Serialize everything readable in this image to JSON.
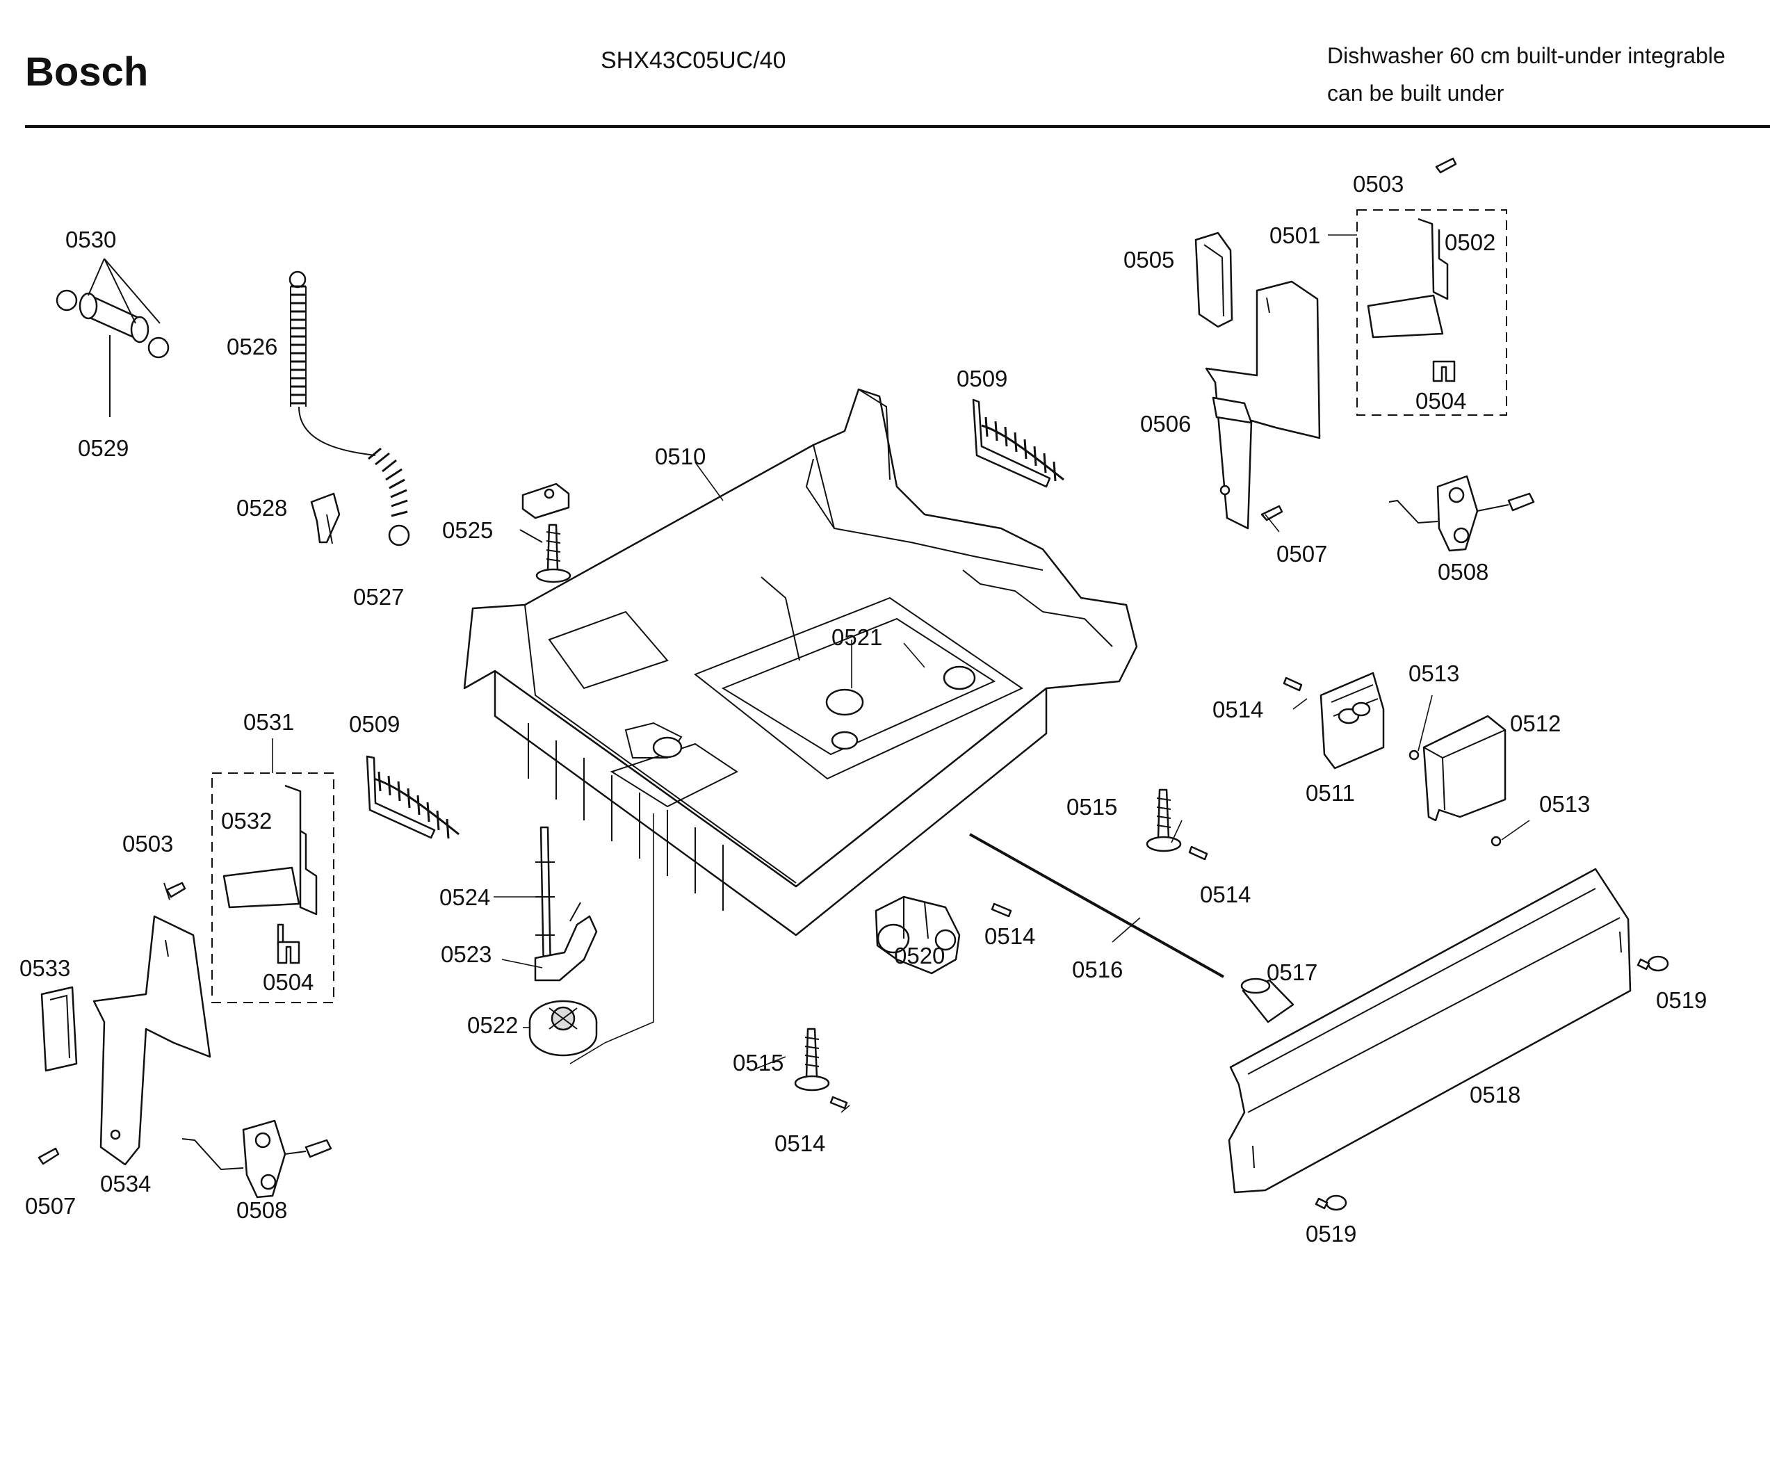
{
  "header": {
    "brand": "Bosch",
    "model": "SHX43C05UC/40",
    "description_line1": "Dishwasher 60 cm built-under integrable",
    "description_line2": "can be built under"
  },
  "callouts": [
    {
      "id": "c0501",
      "label": "0501"
    },
    {
      "id": "c0502",
      "label": "0502"
    },
    {
      "id": "c0503a",
      "label": "0503"
    },
    {
      "id": "c0503b",
      "label": "0503"
    },
    {
      "id": "c0504a",
      "label": "0504"
    },
    {
      "id": "c0504b",
      "label": "0504"
    },
    {
      "id": "c0505",
      "label": "0505"
    },
    {
      "id": "c0506",
      "label": "0506"
    },
    {
      "id": "c0507a",
      "label": "0507"
    },
    {
      "id": "c0507b",
      "label": "0507"
    },
    {
      "id": "c0508a",
      "label": "0508"
    },
    {
      "id": "c0508b",
      "label": "0508"
    },
    {
      "id": "c0509a",
      "label": "0509"
    },
    {
      "id": "c0509b",
      "label": "0509"
    },
    {
      "id": "c0510",
      "label": "0510"
    },
    {
      "id": "c0511",
      "label": "0511"
    },
    {
      "id": "c0512",
      "label": "0512"
    },
    {
      "id": "c0513a",
      "label": "0513"
    },
    {
      "id": "c0513b",
      "label": "0513"
    },
    {
      "id": "c0514a",
      "label": "0514"
    },
    {
      "id": "c0514b",
      "label": "0514"
    },
    {
      "id": "c0514c",
      "label": "0514"
    },
    {
      "id": "c0514d",
      "label": "0514"
    },
    {
      "id": "c0515a",
      "label": "0515"
    },
    {
      "id": "c0515b",
      "label": "0515"
    },
    {
      "id": "c0516",
      "label": "0516"
    },
    {
      "id": "c0517",
      "label": "0517"
    },
    {
      "id": "c0518",
      "label": "0518"
    },
    {
      "id": "c0519a",
      "label": "0519"
    },
    {
      "id": "c0519b",
      "label": "0519"
    },
    {
      "id": "c0520",
      "label": "0520"
    },
    {
      "id": "c0521",
      "label": "0521"
    },
    {
      "id": "c0522",
      "label": "0522"
    },
    {
      "id": "c0523",
      "label": "0523"
    },
    {
      "id": "c0524",
      "label": "0524"
    },
    {
      "id": "c0525",
      "label": "0525"
    },
    {
      "id": "c0526",
      "label": "0526"
    },
    {
      "id": "c0527",
      "label": "0527"
    },
    {
      "id": "c0528",
      "label": "0528"
    },
    {
      "id": "c0529",
      "label": "0529"
    },
    {
      "id": "c0530",
      "label": "0530"
    },
    {
      "id": "c0531",
      "label": "0531"
    },
    {
      "id": "c0532",
      "label": "0532"
    },
    {
      "id": "c0533",
      "label": "0533"
    },
    {
      "id": "c0534",
      "label": "0534"
    }
  ]
}
